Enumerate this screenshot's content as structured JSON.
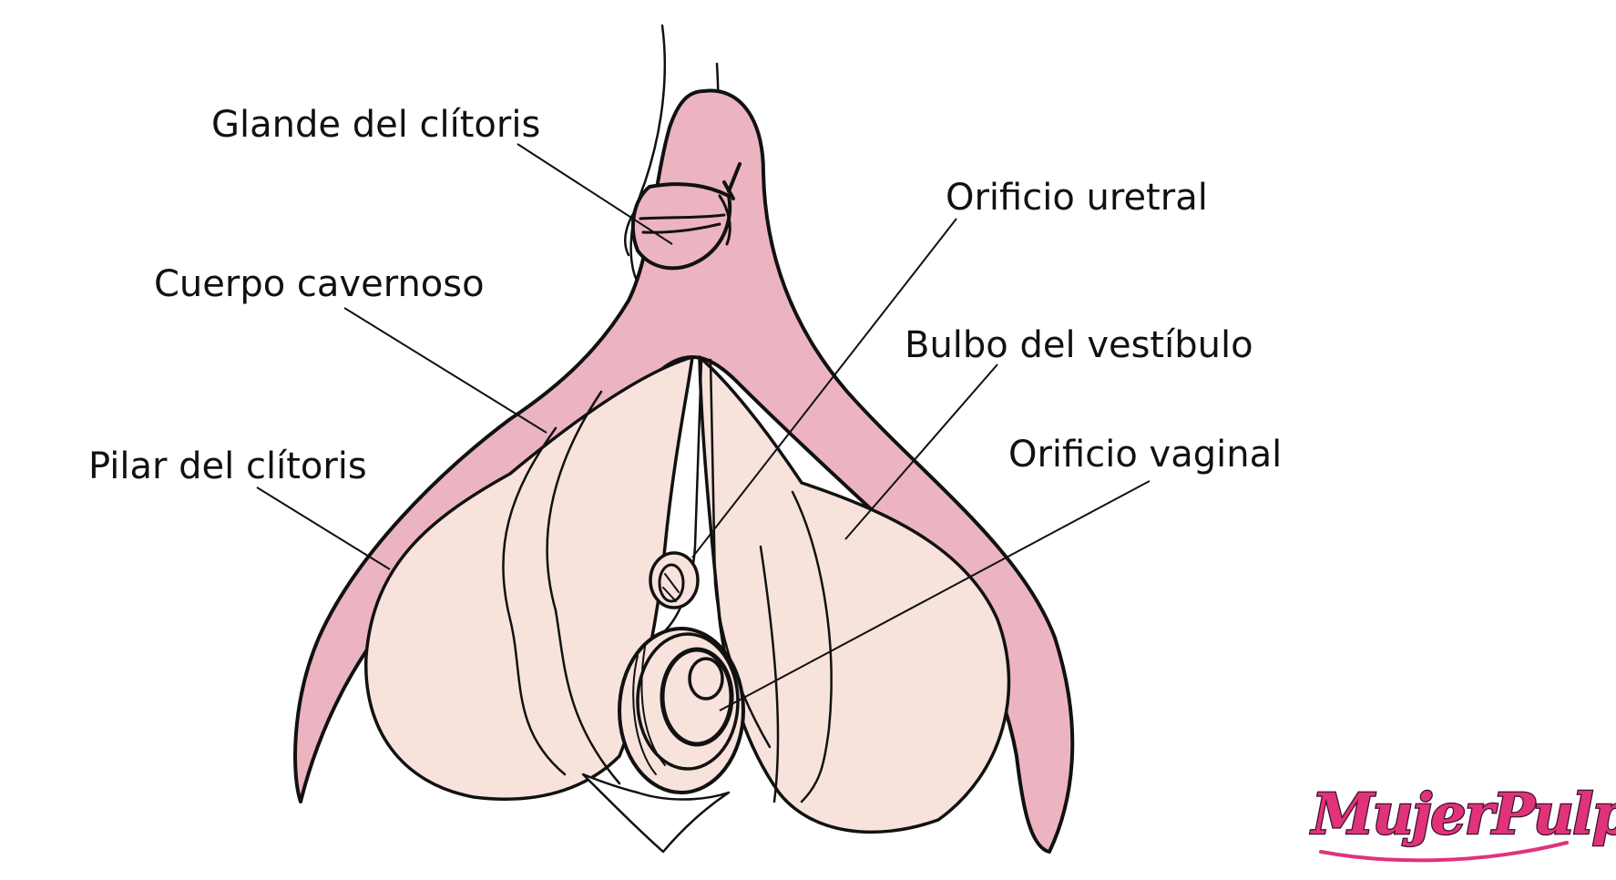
{
  "diagram": {
    "labels": {
      "glande": "Glande del clítoris",
      "cuerpo": "Cuerpo cavernoso",
      "pilar": "Pilar del clítoris",
      "orificio_uretral": "Orificio uretral",
      "bulbo": "Bulbo del vestíbulo",
      "orificio_vaginal": "Orificio vaginal"
    },
    "colors": {
      "clitoris_pink": "#ecb4c1",
      "bulb_peach": "#f8e2dc",
      "outline": "#111111",
      "logo_magenta": "#e0337a"
    }
  },
  "logo": {
    "text": "MujerPulpo"
  }
}
